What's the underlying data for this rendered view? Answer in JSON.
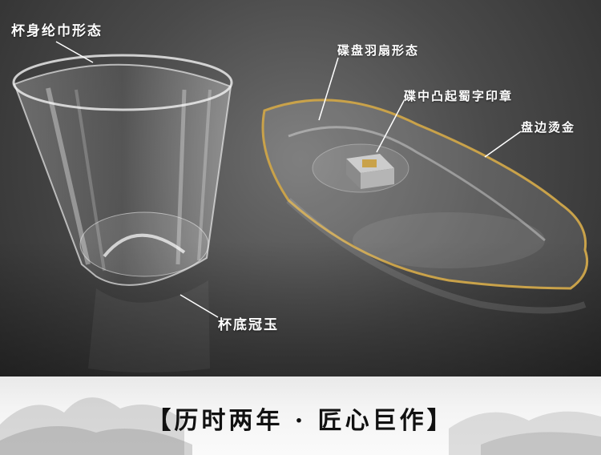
{
  "labels": {
    "cup_body": "杯身纶巾形态",
    "cup_base": "杯底冠玉",
    "saucer_shape": "碟盘羽扇形态",
    "saucer_seal": "碟中凸起蜀字印章",
    "saucer_rim": "盘边烫金"
  },
  "banner": {
    "title": "【历时两年 · 匠心巨作】"
  },
  "colors": {
    "gold_rim": "#c9a24a",
    "background": "#4a4a4a"
  }
}
